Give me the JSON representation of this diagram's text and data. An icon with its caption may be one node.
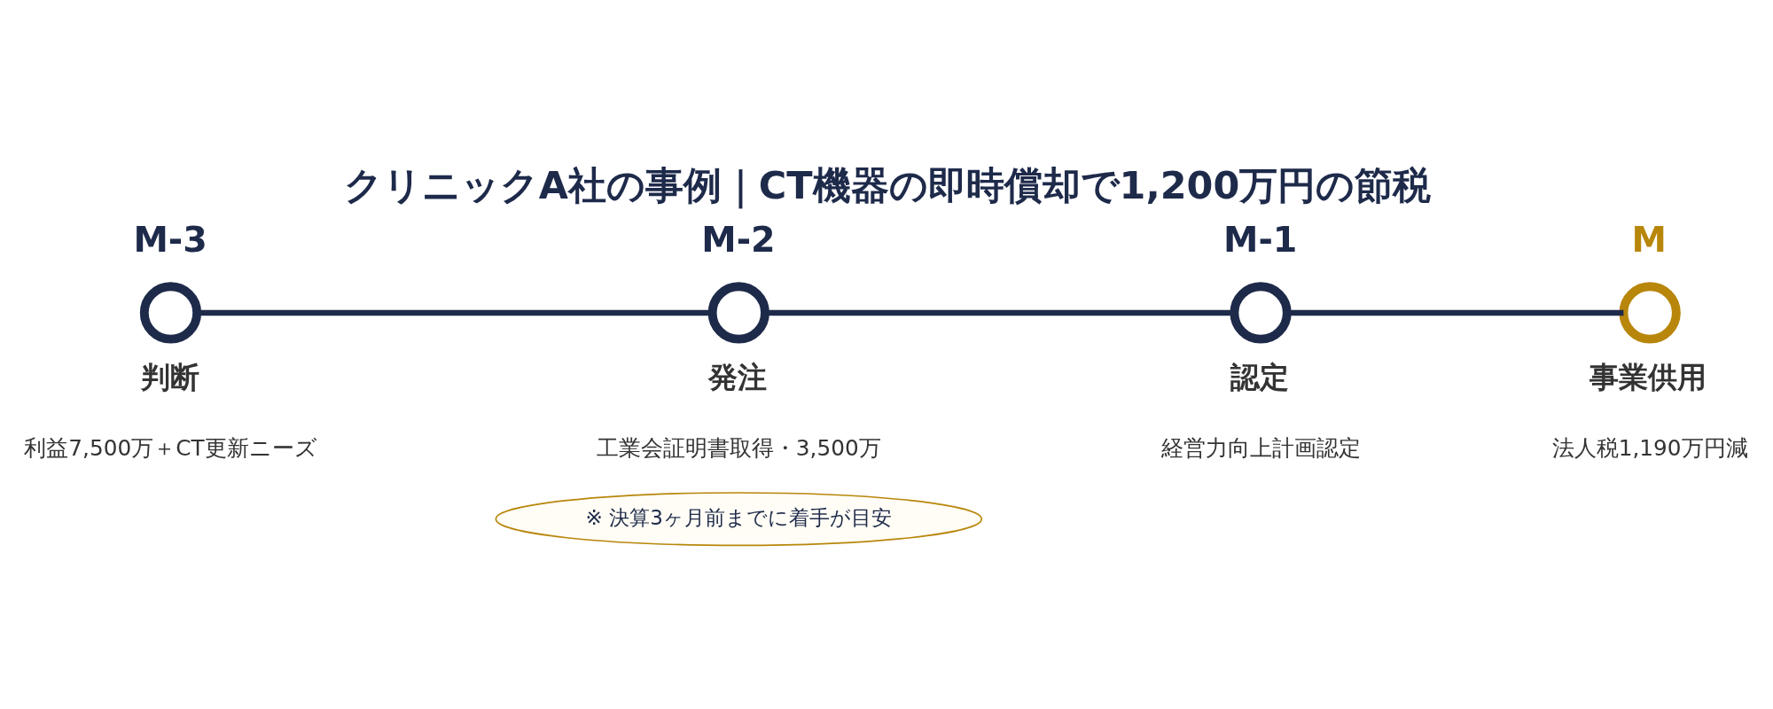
{
  "diagram": {
    "title": "クリニックA社の事例｜CT機器の即時償却で1,200万円の節税",
    "nodes": [
      {
        "text": [],
        "shape": "circle",
        "beside": [
          "M-3",
          "判断",
          "利益7,500万＋CT更新ニーズ"
        ]
      },
      {
        "text": [],
        "shape": "circle",
        "beside": [
          "M-2",
          "発注",
          "工業会証明書取得・3,500万"
        ]
      },
      {
        "text": [],
        "shape": "circle",
        "beside": [
          "M-1",
          "認定",
          "経営力向上計画認定"
        ]
      },
      {
        "text": [],
        "shape": "circle",
        "beside": [
          "M",
          "事業供用",
          "法人税1,190万円減"
        ]
      },
      {
        "text": [
          "※ 決算3ヶ月前までに着手が目安"
        ]
      }
    ],
    "edges": [
      {
        "from": 0,
        "to": 1,
        "arrow": "none"
      },
      {
        "from": 1,
        "to": 2,
        "arrow": "none"
      },
      {
        "from": 2,
        "to": 3,
        "arrow": "none"
      }
    ]
  }
}
